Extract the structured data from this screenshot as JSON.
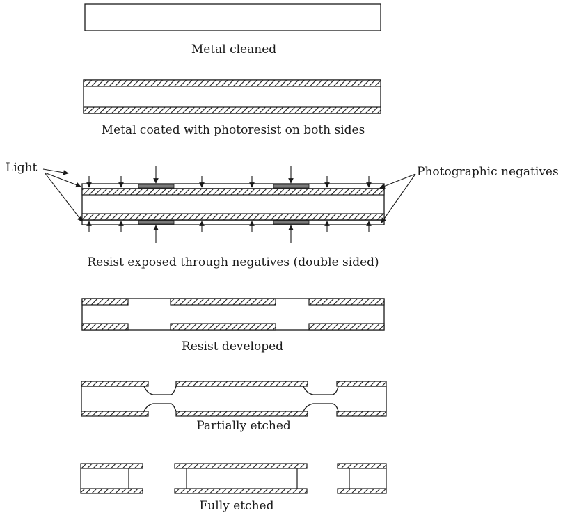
{
  "steps": [
    {
      "caption": "Metal cleaned"
    },
    {
      "caption": "Metal coated with photoresist on both sides"
    },
    {
      "caption": "Resist exposed through negatives (double sided)"
    },
    {
      "caption": "Resist developed"
    },
    {
      "caption": "Partially etched"
    },
    {
      "caption": "Fully etched"
    }
  ],
  "labels": {
    "light": "Light",
    "negatives": "Photographic negatives"
  }
}
